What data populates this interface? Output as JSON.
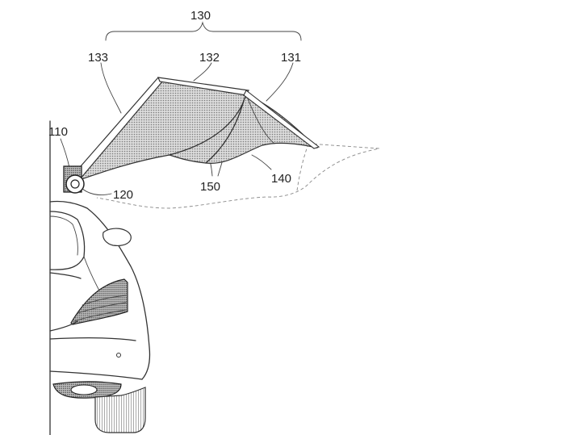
{
  "labels": {
    "group": "130",
    "l131": "131",
    "l132": "132",
    "l133": "133",
    "l110": "110",
    "l120": "120",
    "l140": "140",
    "l150": "150"
  }
}
